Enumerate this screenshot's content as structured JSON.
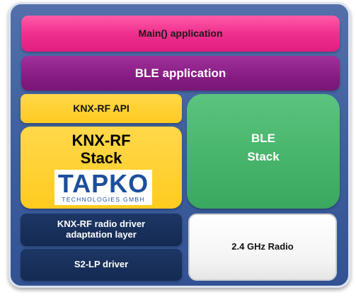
{
  "blocks": {
    "main_app": "Main() application",
    "ble_app": "BLE application",
    "knx_api": "KNX-RF API",
    "knx_stack_line1": "KNX-RF",
    "knx_stack_line2": "Stack",
    "ble_stack_line1": "BLE",
    "ble_stack_line2": "Stack",
    "radio_driver_line1": "KNX-RF radio driver",
    "radio_driver_line2": "adaptation layer",
    "s2lp_driver": "S2-LP driver",
    "radio_24ghz": "2.4 GHz Radio"
  },
  "logo": {
    "word": "TAPKO",
    "tagline": "TECHNOLOGIES GMBH"
  },
  "colors": {
    "frame": "#40619f",
    "main_app": "#ef2f8d",
    "ble_app": "#861c84",
    "knx": "#ffcb1f",
    "ble_stack": "#45b369",
    "driver": "#1a3260",
    "radio": "#f4f4f4",
    "logo_blue": "#1c4f9c"
  }
}
